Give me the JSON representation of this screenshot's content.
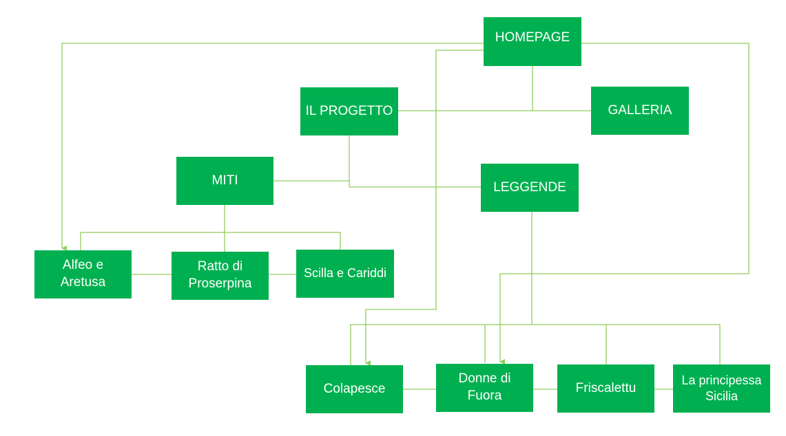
{
  "diagram": {
    "line_color": "#8fce5c",
    "node_color": "#00b050",
    "text_color": "#ffffff",
    "nodes": {
      "homepage": "HOMEPAGE",
      "progetto": "IL PROGETTO",
      "galleria": "GALLERIA",
      "miti": "MITI",
      "leggende": "LEGGENDE",
      "alfeo": "Alfeo e\nAretusa",
      "ratto": "Ratto di\nProserpina",
      "scilla": "Scilla e Cariddi",
      "colapesce": "Colapesce",
      "donne": "Donne di\nFuora",
      "friscalettu": "Friscalettu",
      "principessa": "La principessa\nSicilia"
    }
  }
}
